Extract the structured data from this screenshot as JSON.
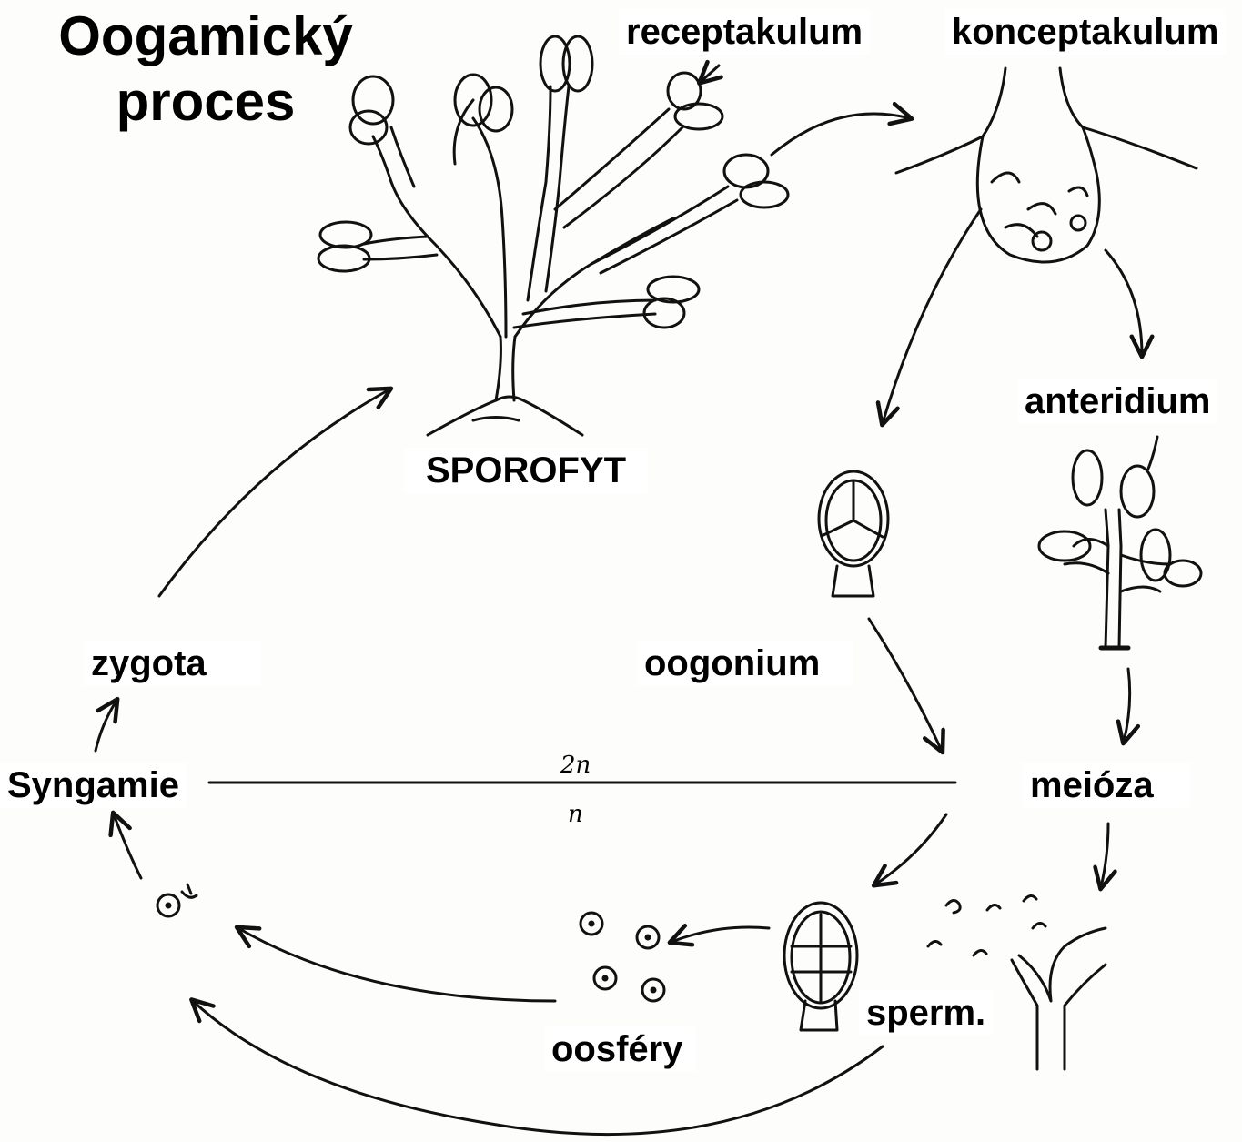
{
  "title": {
    "line1": "Oogamický",
    "line2": "proces"
  },
  "labels": {
    "receptakulum": "receptakulum",
    "konceptakulum": "konceptakulum",
    "anteridium": "anteridium",
    "sporofyt": "SPOROFYT",
    "oogonium": "oogonium",
    "zygota": "zygota",
    "syngamie": "Syngamie",
    "meioza": "meióza",
    "sperm": "sperm.",
    "oosfery": "oosféry"
  },
  "ploidy": {
    "diploid": "2n",
    "haploid": "n"
  }
}
